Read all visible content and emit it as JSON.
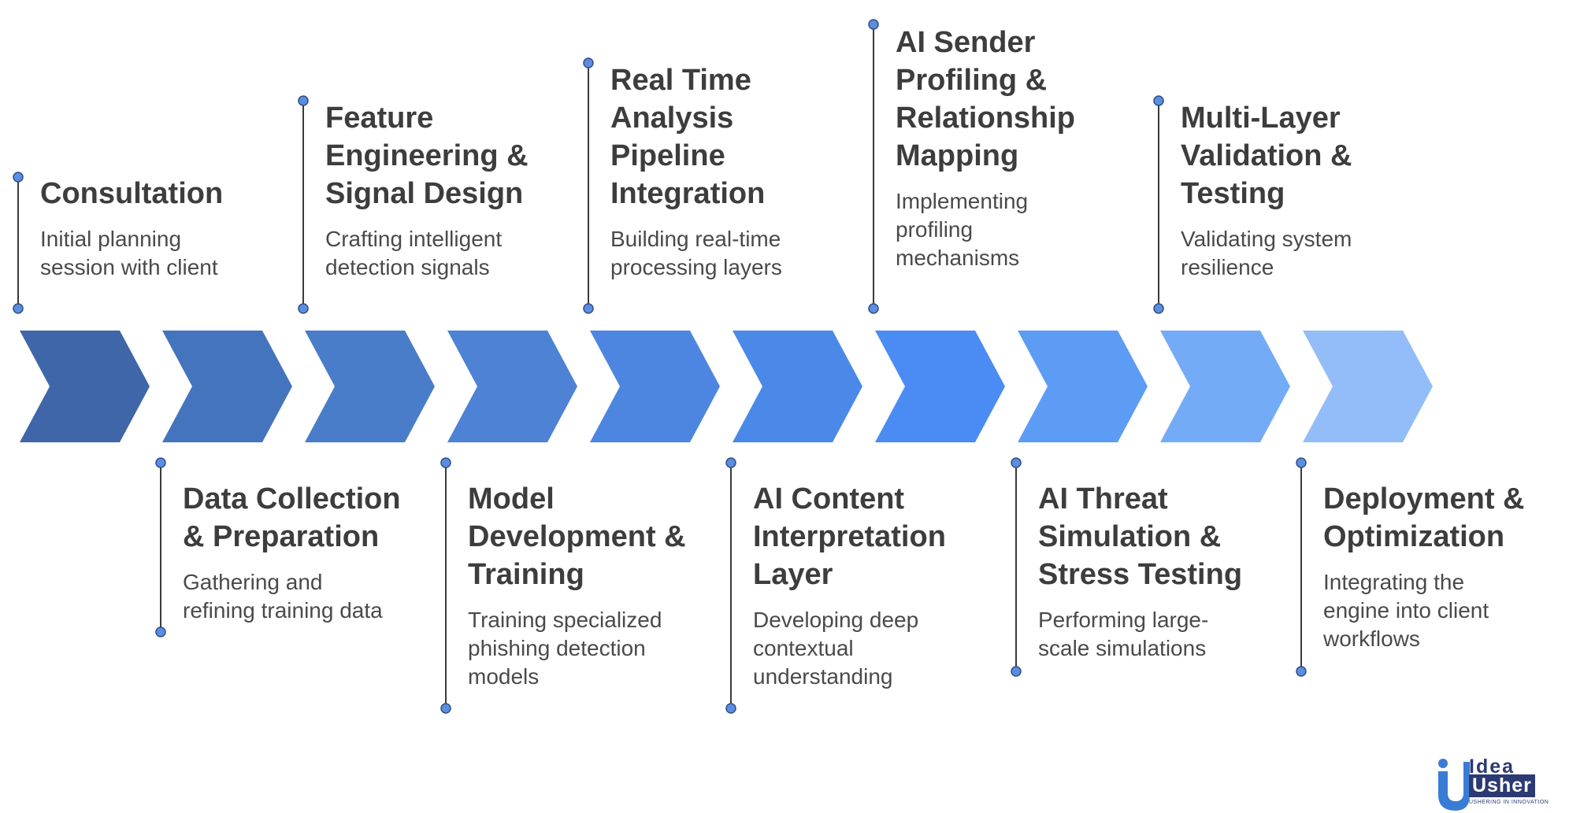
{
  "steps": [
    {
      "title": [
        "Consultation"
      ],
      "desc": [
        "Initial planning",
        "session with client"
      ]
    },
    {
      "title": [
        "Data Collection",
        "& Preparation"
      ],
      "desc": [
        "Gathering and",
        "refining training data"
      ]
    },
    {
      "title": [
        "Feature",
        "Engineering &",
        "Signal Design"
      ],
      "desc": [
        "Crafting intelligent",
        "detection signals"
      ]
    },
    {
      "title": [
        "Model",
        "Development &",
        "Training"
      ],
      "desc": [
        "Training specialized",
        "phishing detection",
        "models"
      ]
    },
    {
      "title": [
        "Real Time",
        "Analysis",
        "Pipeline",
        "Integration"
      ],
      "desc": [
        "Building real-time",
        "processing layers"
      ]
    },
    {
      "title": [
        "AI Content",
        "Interpretation",
        "Layer"
      ],
      "desc": [
        "Developing deep",
        "contextual",
        "understanding"
      ]
    },
    {
      "title": [
        "AI Sender",
        "Profiling &",
        "Relationship",
        "Mapping"
      ],
      "desc": [
        "Implementing",
        "profiling",
        "mechanisms"
      ]
    },
    {
      "title": [
        "AI Threat",
        "Simulation &",
        "Stress Testing"
      ],
      "desc": [
        "Performing large-",
        "scale simulations"
      ]
    },
    {
      "title": [
        "Multi-Layer",
        "Validation &",
        "Testing"
      ],
      "desc": [
        "Validating system",
        "resilience"
      ]
    },
    {
      "title": [
        "Deployment &",
        "Optimization"
      ],
      "desc": [
        "Integrating the",
        "engine into client",
        "workflows"
      ]
    }
  ],
  "colors": {
    "chevrons": [
      "#3f66a8",
      "#4474bd",
      "#4a7dc9",
      "#4d82d4",
      "#4c86e0",
      "#4a89e8",
      "#4a8cf4",
      "#5c9cf5",
      "#74abf6",
      "#92bdf8"
    ],
    "connector": "#3b3b3b",
    "dot": "#5b8de0"
  },
  "logo": {
    "idea": "Idea",
    "usher": "Usher",
    "tagline": "USHERING IN INNOVATION"
  }
}
